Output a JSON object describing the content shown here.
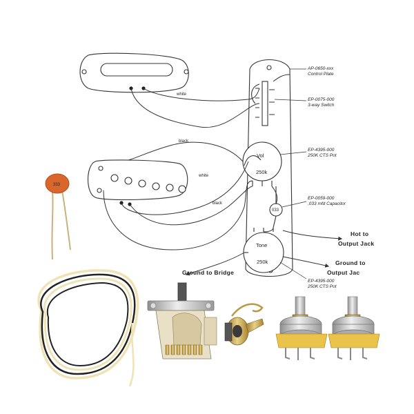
{
  "parts": {
    "control_plate": {
      "code": "AP-0650-xxx",
      "name": "Control Plate"
    },
    "switch": {
      "code": "EP-0075-000",
      "name": "3-way Switch"
    },
    "vol_pot": {
      "code": "EP-4395-000",
      "name": "250K CTS Pot"
    },
    "capacitor": {
      "code": "EP-0059-000",
      "name": ".033 mfd Capacitor"
    },
    "tone_pot": {
      "code": "EP-4395-000",
      "name": "250K CTS Pot"
    }
  },
  "wires": {
    "white_1": "white",
    "black_1": "black",
    "white_2": "white",
    "black_2": "black"
  },
  "pots": {
    "vol_label": "Vol",
    "vol_value": "250k",
    "tone_label": "Tone",
    "tone_value": "250k",
    "cap_value": "033"
  },
  "handwritten": {
    "hot_line1": "Hot to",
    "hot_line2": "Output Jack",
    "ground_bridge": "Ground to Bridge",
    "ground_out_line1": "Ground to",
    "ground_out_line2": "Output Jac"
  },
  "photo_capacitor_marking": "333",
  "colors": {
    "plate_fill": "#ffffff",
    "line": "#333333",
    "wire_cream": "#efe3b6",
    "wire_black": "#222222",
    "ceramic_cap": "#d9662b",
    "metal": "#c9c9c9",
    "gold": "#c9a642"
  }
}
